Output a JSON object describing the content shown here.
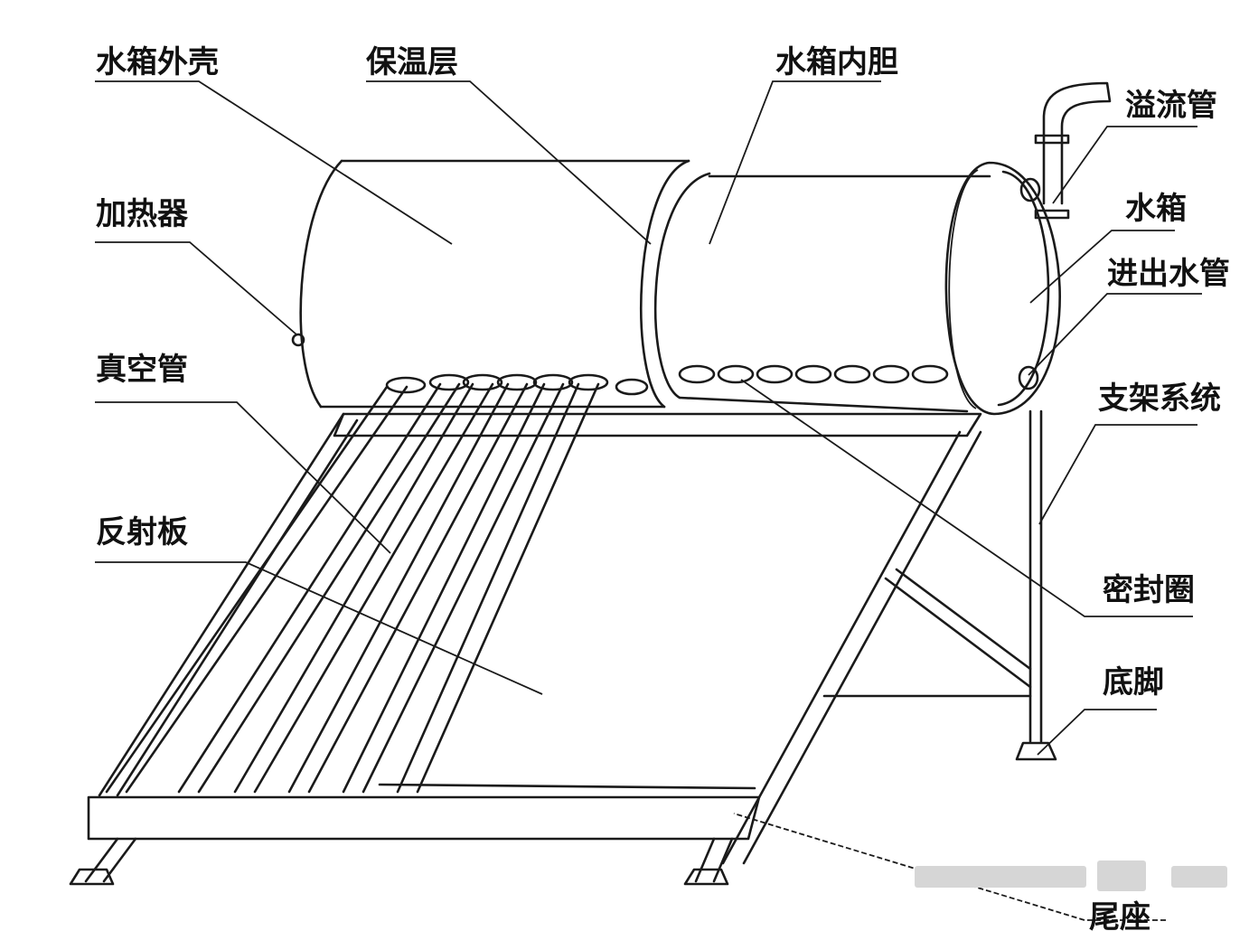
{
  "diagram": {
    "labels": {
      "shell": "水箱外壳",
      "insulation": "保温层",
      "inner_tank": "水箱内胆",
      "overflow": "溢流管",
      "heater": "加热器",
      "tank": "水箱",
      "inout_pipe": "进出水管",
      "vacuum_tube": "真空管",
      "bracket": "支架系统",
      "reflector": "反射板",
      "seal": "密封圈",
      "foot": "底脚",
      "base": "尾座"
    },
    "colors": {
      "line": "#1a1a1a",
      "background": "#ffffff",
      "watermark": "#d6d6d6"
    }
  }
}
